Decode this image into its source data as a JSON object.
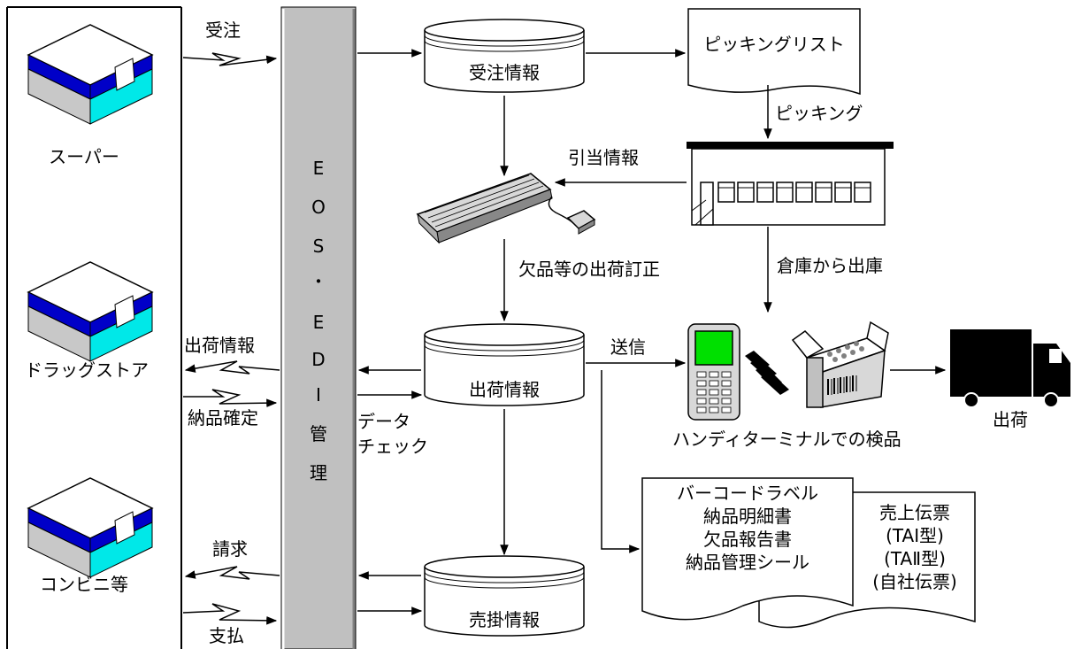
{
  "stores": {
    "super": "スーパー",
    "drugstore": "ドラッグストア",
    "convenience": "コンビニ等"
  },
  "eos_bar": {
    "chars": [
      "E",
      "O",
      "S",
      "・",
      "E",
      "D",
      "I",
      "管",
      "理"
    ]
  },
  "flows": {
    "order": "受注",
    "shipping_info": "出荷情報",
    "delivery_confirm": "納品確定",
    "billing": "請求",
    "payment": "支払"
  },
  "databases": {
    "order_info": "受注情報",
    "shipping_info": "出荷情報",
    "sales_info": "売掛情報"
  },
  "picking": {
    "list": "ピッキングリスト",
    "action": "ピッキング"
  },
  "allocation": {
    "label": "引当情報",
    "correction": "欠品等の出荷訂正"
  },
  "warehouse": {
    "out": "倉庫から出庫"
  },
  "data_check": {
    "line1": "データ",
    "line2": "チェック"
  },
  "send": "送信",
  "handy": {
    "label": "ハンディターミナルでの検品"
  },
  "truck": {
    "label": "出荷"
  },
  "documents": {
    "front_lines": [
      "バーコードラベル",
      "納品明細書",
      "欠品報告書",
      "納品管理シール"
    ],
    "back_lines": [
      "売上伝票",
      "(TAⅠ型)",
      "(TAⅡ型)",
      "(自社伝票)"
    ]
  }
}
